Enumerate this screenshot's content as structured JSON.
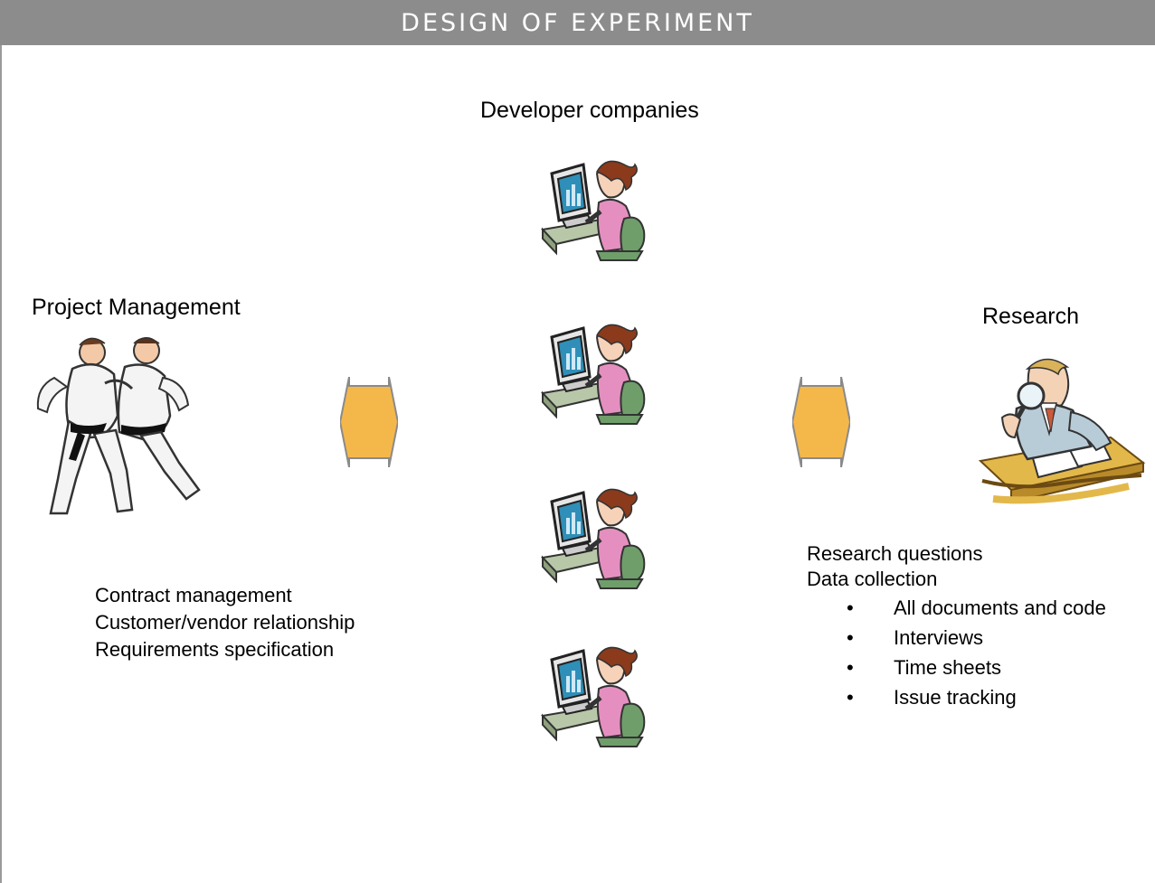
{
  "title": "DESIGN OF EXPERIMENT",
  "center": {
    "heading": "Developer companies"
  },
  "left": {
    "heading": "Project Management",
    "items": [
      "Contract management",
      "Customer/vendor relationship",
      "Requirements specification"
    ]
  },
  "right": {
    "heading": "Research",
    "items": [
      "Research questions",
      "Data collection"
    ],
    "bullets": [
      "All documents and code",
      "Interviews",
      "Time sheets",
      "Issue tracking"
    ]
  },
  "icons": {
    "developers": "developer-at-computer-icon",
    "project_management": "judo-wrestlers-icon",
    "research": "researcher-with-magnifier-icon",
    "arrows": "double-headed-arrow-icon"
  },
  "colors": {
    "title_bar": "#8c8c8c",
    "arrow_fill": "#f4b84a",
    "arrow_stroke": "#8a8a8a"
  }
}
